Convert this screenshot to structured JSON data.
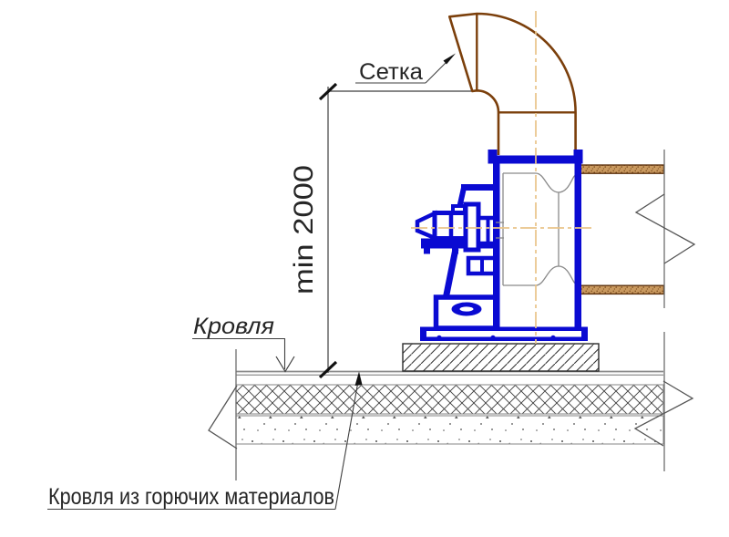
{
  "drawing": {
    "labels": {
      "mesh": "Сетка",
      "min_height_dimension": "min 2000",
      "roof": "Кровля",
      "combustible_roof_note": "Кровля из горючих материалов"
    },
    "colors": {
      "fan_blue": "#0a0ad2",
      "duct_brown_outline": "#7b3f0b",
      "duct_wall_tan": "#c9995f",
      "centerline_tan": "#e9c489",
      "thin_gray": "#8a8a8a",
      "line_dark": "#3f3f3f",
      "text_dark": "#262626"
    }
  }
}
